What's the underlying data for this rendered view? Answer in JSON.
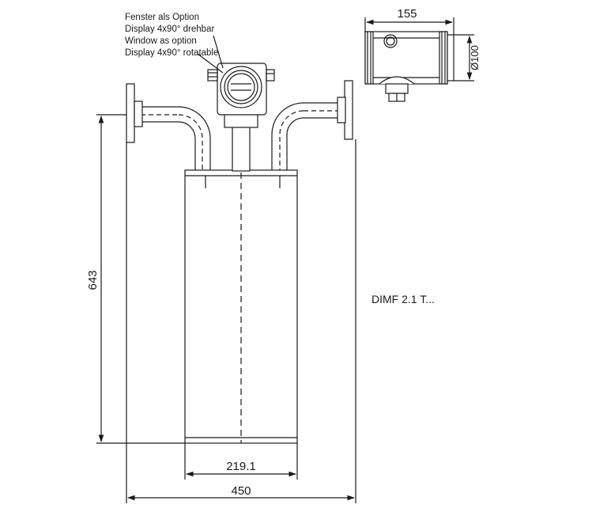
{
  "notes": {
    "line1": "Fenster als Option",
    "line2": "Display 4x90° drehbar",
    "line3": "Window as option",
    "line4": "Display 4x90° rotatable"
  },
  "dimensions": {
    "height": "643",
    "vessel_diameter": "219.1",
    "overall_width": "450",
    "housing_width": "155",
    "housing_diameter": "Ø100"
  },
  "model": "DIMF 2.1 T..."
}
